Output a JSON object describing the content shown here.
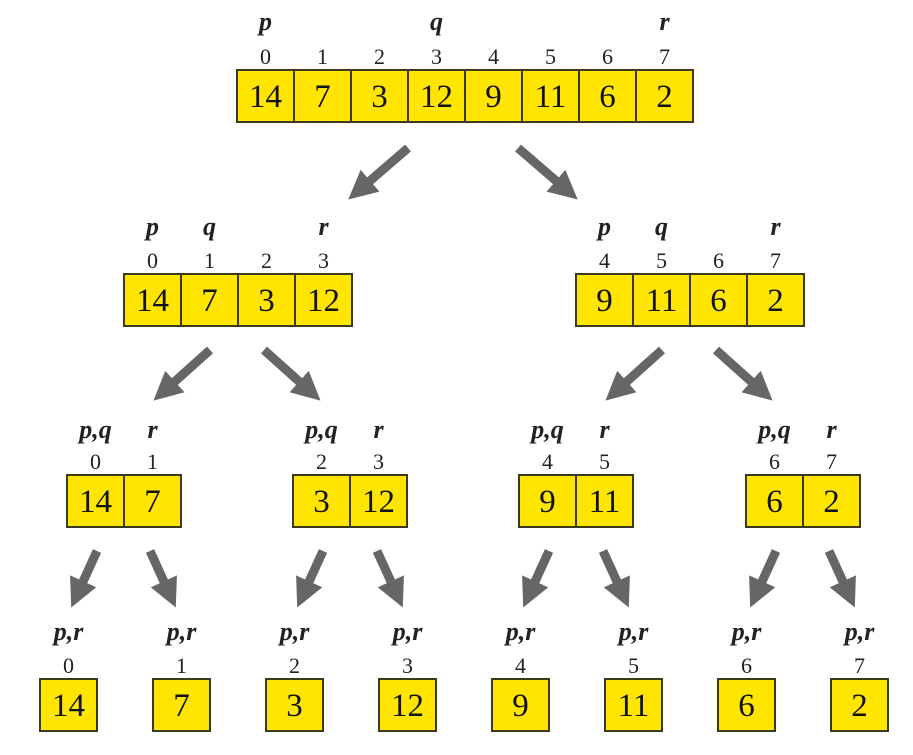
{
  "colors": {
    "cell_fill": "#ffe500",
    "cell_border": "#3a3a1a",
    "arrow": "#666666",
    "text": "#111111"
  },
  "arrow_icon": "arrow-down-diagonal",
  "levels": [
    {
      "nodes": [
        {
          "values": [
            "14",
            "7",
            "3",
            "12",
            "9",
            "11",
            "6",
            "2"
          ],
          "indices": [
            "0",
            "1",
            "2",
            "3",
            "4",
            "5",
            "6",
            "7"
          ],
          "markers": [
            {
              "label": "p",
              "at": 0
            },
            {
              "label": "q",
              "at": 3
            },
            {
              "label": "r",
              "at": 7
            }
          ]
        }
      ]
    },
    {
      "nodes": [
        {
          "values": [
            "14",
            "7",
            "3",
            "12"
          ],
          "indices": [
            "0",
            "1",
            "2",
            "3"
          ],
          "markers": [
            {
              "label": "p",
              "at": 0
            },
            {
              "label": "q",
              "at": 1
            },
            {
              "label": "r",
              "at": 3
            }
          ]
        },
        {
          "values": [
            "9",
            "11",
            "6",
            "2"
          ],
          "indices": [
            "4",
            "5",
            "6",
            "7"
          ],
          "markers": [
            {
              "label": "p",
              "at": 0
            },
            {
              "label": "q",
              "at": 1
            },
            {
              "label": "r",
              "at": 3
            }
          ]
        }
      ]
    },
    {
      "nodes": [
        {
          "values": [
            "14",
            "7"
          ],
          "indices": [
            "0",
            "1"
          ],
          "markers": [
            {
              "label": "p,q",
              "at": 0
            },
            {
              "label": "r",
              "at": 1
            }
          ]
        },
        {
          "values": [
            "3",
            "12"
          ],
          "indices": [
            "2",
            "3"
          ],
          "markers": [
            {
              "label": "p,q",
              "at": 0
            },
            {
              "label": "r",
              "at": 1
            }
          ]
        },
        {
          "values": [
            "9",
            "11"
          ],
          "indices": [
            "4",
            "5"
          ],
          "markers": [
            {
              "label": "p,q",
              "at": 0
            },
            {
              "label": "r",
              "at": 1
            }
          ]
        },
        {
          "values": [
            "6",
            "2"
          ],
          "indices": [
            "6",
            "7"
          ],
          "markers": [
            {
              "label": "p,q",
              "at": 0
            },
            {
              "label": "r",
              "at": 1
            }
          ]
        }
      ]
    },
    {
      "nodes": [
        {
          "values": [
            "14"
          ],
          "indices": [
            "0"
          ],
          "markers": [
            {
              "label": "p,r",
              "at": 0
            }
          ]
        },
        {
          "values": [
            "7"
          ],
          "indices": [
            "1"
          ],
          "markers": [
            {
              "label": "p,r",
              "at": 0
            }
          ]
        },
        {
          "values": [
            "3"
          ],
          "indices": [
            "2"
          ],
          "markers": [
            {
              "label": "p,r",
              "at": 0
            }
          ]
        },
        {
          "values": [
            "12"
          ],
          "indices": [
            "3"
          ],
          "markers": [
            {
              "label": "p,r",
              "at": 0
            }
          ]
        },
        {
          "values": [
            "9"
          ],
          "indices": [
            "4"
          ],
          "markers": [
            {
              "label": "p,r",
              "at": 0
            }
          ]
        },
        {
          "values": [
            "11"
          ],
          "indices": [
            "5"
          ],
          "markers": [
            {
              "label": "p,r",
              "at": 0
            }
          ]
        },
        {
          "values": [
            "6"
          ],
          "indices": [
            "6"
          ],
          "markers": [
            {
              "label": "p,r",
              "at": 0
            }
          ]
        },
        {
          "values": [
            "2"
          ],
          "indices": [
            "7"
          ],
          "markers": [
            {
              "label": "p,r",
              "at": 0
            }
          ]
        }
      ]
    }
  ]
}
